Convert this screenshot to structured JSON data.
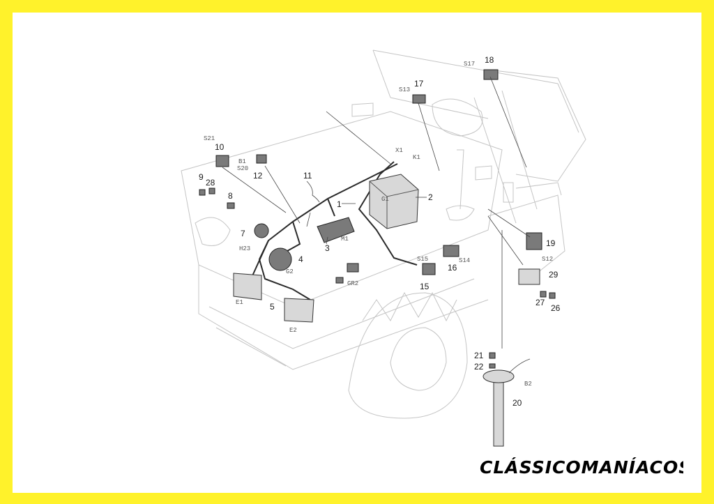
{
  "colors": {
    "frame": "#fff22b",
    "background": "#ffffff",
    "ink": "#1a1a1a"
  },
  "watermark": {
    "text": "CLÁSSICOMANÍACOS"
  },
  "callouts": [
    {
      "key": "c1",
      "text": "1"
    },
    {
      "key": "c2",
      "text": "2"
    },
    {
      "key": "c3",
      "text": "3"
    },
    {
      "key": "c4",
      "text": "4"
    },
    {
      "key": "c5",
      "text": "5"
    },
    {
      "key": "c7",
      "text": "7"
    },
    {
      "key": "c8",
      "text": "8"
    },
    {
      "key": "c9",
      "text": "9"
    },
    {
      "key": "c10",
      "text": "10"
    },
    {
      "key": "c11",
      "text": "11"
    },
    {
      "key": "c12",
      "text": "12"
    },
    {
      "key": "c15",
      "text": "15"
    },
    {
      "key": "c16",
      "text": "16"
    },
    {
      "key": "c17",
      "text": "17"
    },
    {
      "key": "c18",
      "text": "18"
    },
    {
      "key": "c19",
      "text": "19"
    },
    {
      "key": "c20",
      "text": "20"
    },
    {
      "key": "c21",
      "text": "21"
    },
    {
      "key": "c22",
      "text": "22"
    },
    {
      "key": "c26",
      "text": "26"
    },
    {
      "key": "c27",
      "text": "27"
    },
    {
      "key": "c28",
      "text": "28"
    },
    {
      "key": "c29",
      "text": "29"
    }
  ],
  "codes": [
    {
      "key": "S17",
      "text": "S17"
    },
    {
      "key": "S13",
      "text": "S13"
    },
    {
      "key": "S21",
      "text": "S21"
    },
    {
      "key": "S20",
      "text": "S20"
    },
    {
      "key": "B1",
      "text": "B1"
    },
    {
      "key": "X1",
      "text": "X1"
    },
    {
      "key": "K1",
      "text": "K1"
    },
    {
      "key": "G1",
      "text": "G1"
    },
    {
      "key": "M1",
      "text": "M1"
    },
    {
      "key": "H23",
      "text": "H23"
    },
    {
      "key": "G2",
      "text": "G2"
    },
    {
      "key": "GR2",
      "text": "GR2"
    },
    {
      "key": "S15",
      "text": "S15"
    },
    {
      "key": "S14",
      "text": "S14"
    },
    {
      "key": "S12",
      "text": "S12"
    },
    {
      "key": "E1",
      "text": "E1"
    },
    {
      "key": "E2",
      "text": "E2"
    },
    {
      "key": "B2",
      "text": "B2"
    }
  ]
}
